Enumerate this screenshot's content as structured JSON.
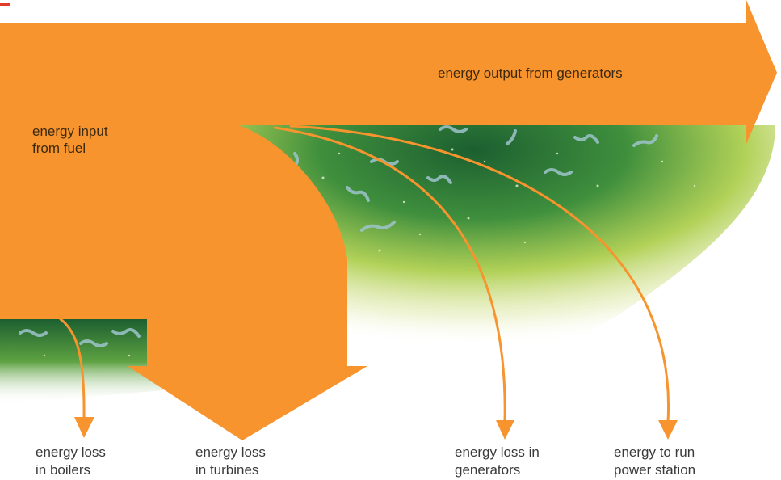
{
  "labels": {
    "output": "energy output from generators",
    "input_line1": "energy input",
    "input_line2": "from fuel",
    "boilers_line1": "energy loss",
    "boilers_line2": "in boilers",
    "turbines_line1": "energy loss",
    "turbines_line2": "in turbines",
    "generators_line1": "energy loss in",
    "generators_line2": "generators",
    "station_line1": "energy to run",
    "station_line2": "power station"
  },
  "colors": {
    "arrow_orange": "#f7942e",
    "heat_green_dark": "#1f6b34",
    "heat_green_mid": "#4a9a3f",
    "heat_yellow": "#c8d84a",
    "wave_blue": "#9ec4cc",
    "text": "#3a3a3a"
  }
}
